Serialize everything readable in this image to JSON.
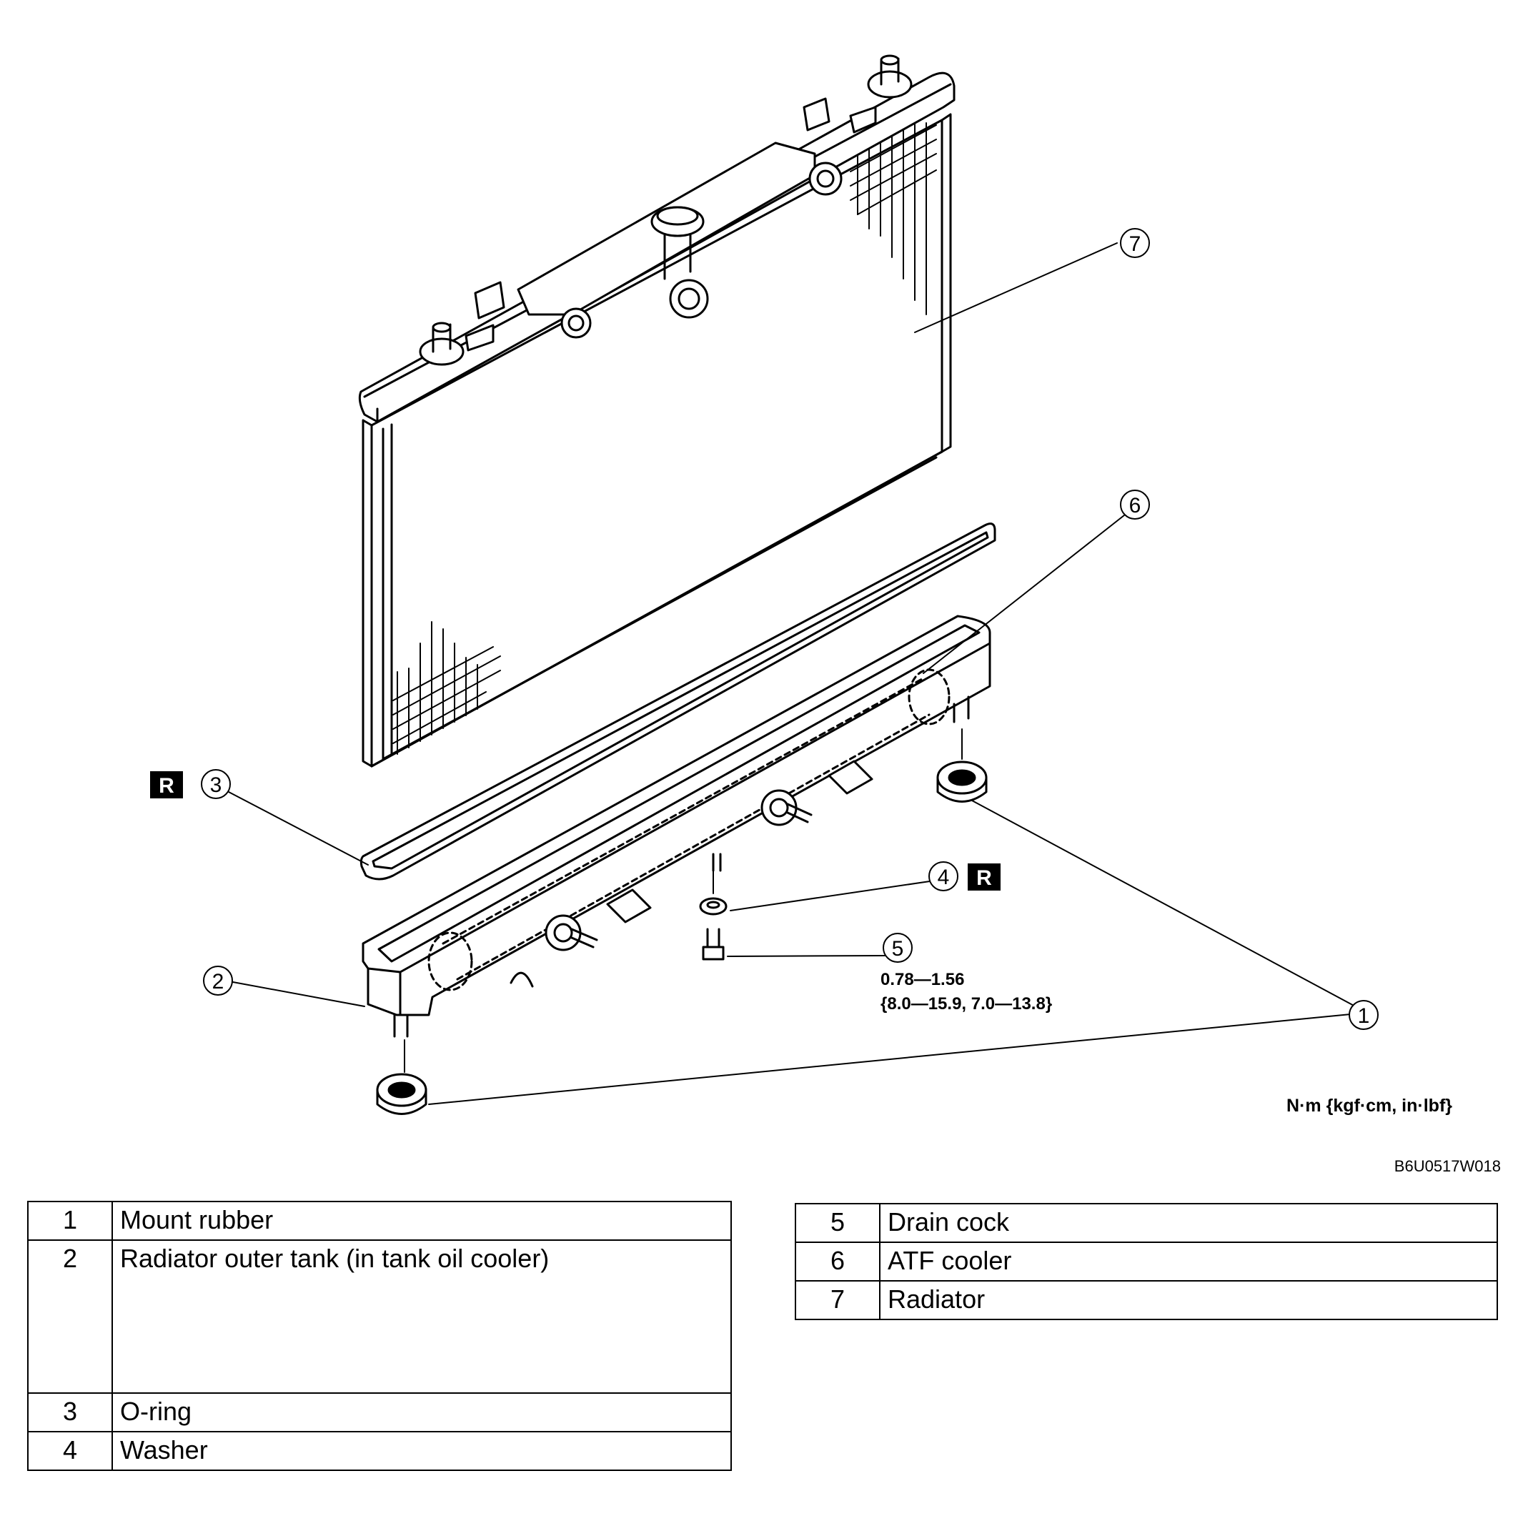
{
  "callouts": [
    "7",
    "6",
    "3",
    "4",
    "5",
    "2",
    "1"
  ],
  "replace_badge": "R",
  "torque": {
    "line1": "0.78—1.56",
    "line2": "{8.0—15.9, 7.0—13.8}"
  },
  "units_label": "N·m {kgf·cm, in·lbf}",
  "figure_id": "B6U0517W018",
  "parts_table_left": [
    {
      "num": "1",
      "name": "Mount rubber"
    },
    {
      "num": "2",
      "name": "Radiator outer tank (in tank oil cooler)"
    },
    {
      "num": "3",
      "name": "O-ring"
    },
    {
      "num": "4",
      "name": "Washer"
    }
  ],
  "parts_table_right": [
    {
      "num": "5",
      "name": "Drain cock"
    },
    {
      "num": "6",
      "name": "ATF cooler"
    },
    {
      "num": "7",
      "name": "Radiator"
    }
  ]
}
